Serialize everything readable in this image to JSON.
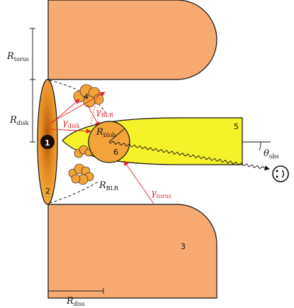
{
  "colors": {
    "torus": "#f7ab73",
    "jet": "#f6f22a",
    "disk_center": "#c8640a",
    "disk_edge": "#f9b145",
    "blob": "#f2a43a",
    "cloud": "#f2a43a",
    "arrow": "#e2252b"
  },
  "labels": {
    "r_torus": {
      "main": "R",
      "sub": "torus"
    },
    "r_disk": {
      "main": "R",
      "sub": "disk"
    },
    "r_blob": {
      "main": "R",
      "sub": "blob"
    },
    "r_blr": {
      "main": "R",
      "sub": "BLR"
    },
    "r_diss": {
      "main": "R",
      "sub": "diss"
    },
    "gamma_disk": {
      "main": "γ",
      "sub": "disk"
    },
    "gamma_blr": {
      "main": "γ",
      "sub": "BLR"
    },
    "gamma_torus": {
      "main": "γ",
      "sub": "torus"
    },
    "theta_obs": {
      "main": "θ",
      "sub": "obs"
    }
  },
  "numbers": {
    "n1": "1",
    "n2": "2",
    "n3": "3",
    "n4": "4",
    "n5": "5",
    "n6": "6"
  },
  "observer_icon": "smiley-face-icon"
}
